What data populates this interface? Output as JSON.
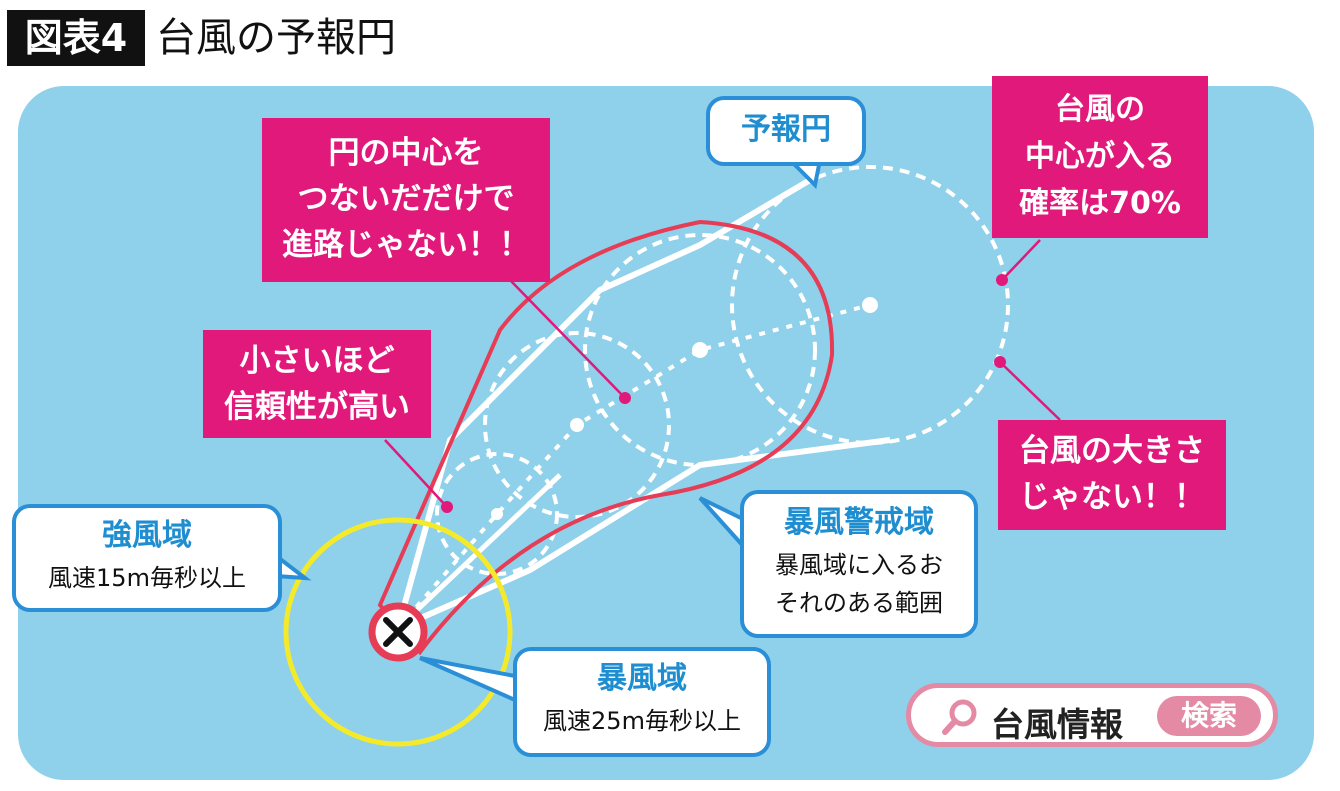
{
  "header": {
    "tag": "図表4",
    "title": "台風の予報円"
  },
  "labels": {
    "path_note": [
      "円の中心を",
      "つないだだけで",
      "進路じゃない！！"
    ],
    "small_note": [
      "小さいほど",
      "信頼性が高い"
    ],
    "probability_note": [
      "台風の",
      "中心が入る",
      "確率は70%"
    ],
    "size_note": [
      "台風の大きさ",
      "じゃない！！"
    ],
    "forecast_circle": "予報円",
    "strong_wind": {
      "title": "強風域",
      "desc": "風速15m毎秒以上"
    },
    "storm_warning": {
      "title": "暴風警戒域",
      "desc1": "暴風域に入るお",
      "desc2": "それのある範囲"
    },
    "storm_zone": {
      "title": "暴風域",
      "desc": "風速25m毎秒以上"
    }
  },
  "search": {
    "query": "台風情報",
    "button": "検索"
  },
  "colors": {
    "map_bg": "#8fd0ea",
    "pink": "#e0197a",
    "blue": "#2a8fd6",
    "red_line": "#e63c55",
    "yellow": "#f5ea2a"
  }
}
